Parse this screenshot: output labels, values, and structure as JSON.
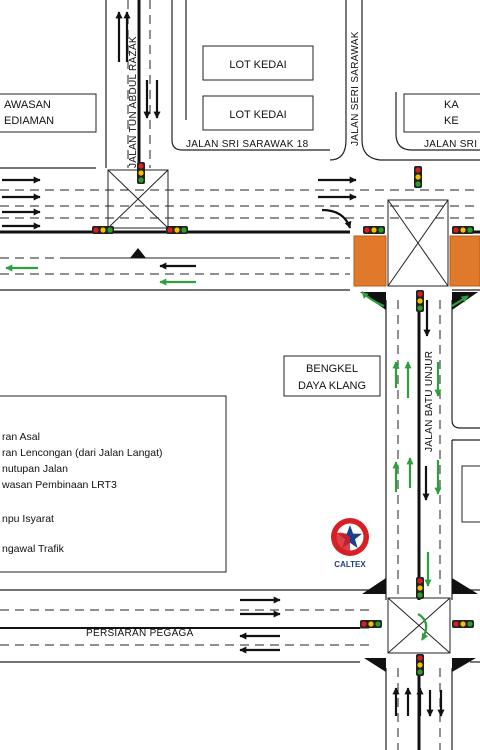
{
  "labels": {
    "lot_kedai_1": "LOT KEDAI",
    "lot_kedai_2": "LOT KEDAI",
    "kawasan_line1": "AWASAN",
    "kawasan_line2": "EDIAMAN",
    "right_line1": "KA",
    "right_line2": "KE",
    "bengkel_line1": "BENGKEL",
    "bengkel_line2": "DAYA KLANG",
    "caltex": "CALTEX"
  },
  "roads": {
    "tun_abdul_razak": "JALAN TUN ABDUL RAZAK",
    "seri_sarawak": "JALAN SERI SARAWAK",
    "sri_sarawak_18": "JALAN SRI SARAWAK 18",
    "sri_right": "JALAN SRI",
    "batu_unjur": "JALAN BATU UNJUR",
    "persiaran_pegaga": "PERSIARAN PEGAGA"
  },
  "legend": {
    "items": [
      "ran Asal",
      "ran Lencongan (dari Jalan Langat)",
      "nutupan Jalan",
      "wasan Pembinaan LRT3",
      "npu Isyarat",
      "ngawal Trafik"
    ]
  },
  "colors": {
    "traffic_arrow": "#111111",
    "detour_arrow": "#2e9e3e",
    "closure": "#e07a2a",
    "signal_red": "#d62020",
    "signal_amber": "#f2c200",
    "signal_green": "#2aa02a",
    "caltex_red": "#d71f26",
    "caltex_navy": "#1a3f8c"
  },
  "icons": {
    "signal": "traffic-light-icon",
    "controller": "traffic-controller-icon",
    "logo": "caltex-logo-icon"
  }
}
